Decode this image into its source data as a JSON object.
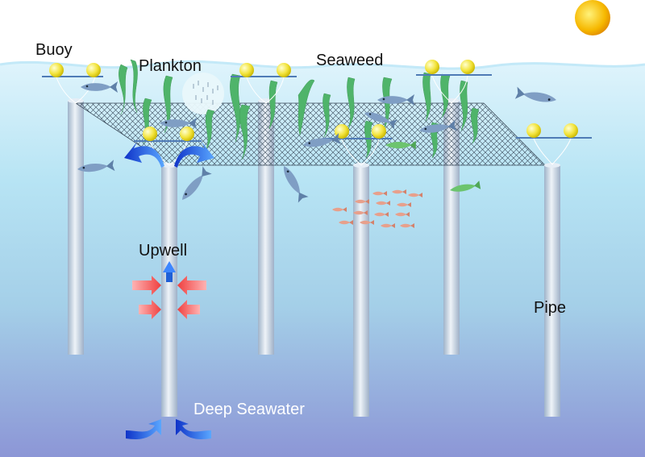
{
  "labels": {
    "buoy": "Buoy",
    "plankton": "Plankton",
    "seaweed": "Seaweed",
    "upwell": "Upwell",
    "pipe": "Pipe",
    "deep_seawater": "Deep Seawater"
  },
  "colors": {
    "sea_surface": "#d6f0fb",
    "sea_mid": "#a9dbef",
    "sea_deep": "#8d9bd8",
    "pipe": "#c9d8e8",
    "buoy": "#f2e33a",
    "seaweed": "#4cb56a",
    "sun": "#f5b800",
    "flow_arrow": "#1f5fd6",
    "pressure_arrow": "#f05a5a",
    "fish": "#6c8fb8",
    "school_fish": "#e8a08a"
  },
  "icons": [
    "sun-icon",
    "buoy-icon",
    "seaweed-icon",
    "fish-icon",
    "plankton-icon",
    "net-icon",
    "pipe-icon",
    "arrow-icon"
  ]
}
